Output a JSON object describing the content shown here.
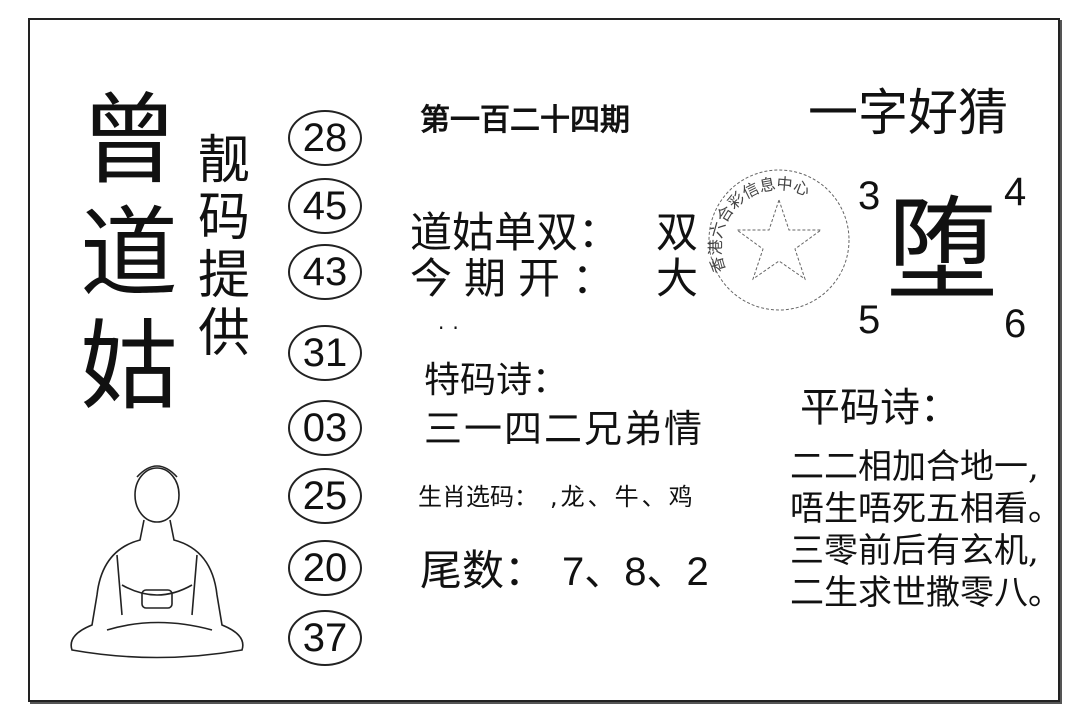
{
  "title_chars": [
    "曾",
    "道",
    "姑"
  ],
  "provider_chars": [
    "靓",
    "码",
    "提",
    "供"
  ],
  "numbers": [
    "28",
    "45",
    "43",
    "31",
    "03",
    "25",
    "20",
    "37"
  ],
  "issue": "第一百二十四期",
  "riddle_title": "一字好猜",
  "odd_even_label": "道姑单双：",
  "odd_even_value": "双",
  "this_issue_label": "今期开：",
  "this_issue_value": "大",
  "dots": "..",
  "special_poem_title": "特码诗：",
  "special_poem": "三一四二兄弟情",
  "zodiac_label": "生肖选码：",
  "zodiac_value": ",龙、牛、鸡",
  "tail_label": "尾数：",
  "tail_value": "7、8、2",
  "riddle_char": "堕",
  "riddle_corners": [
    "3",
    "4",
    "5",
    "6"
  ],
  "stamp_text": "香港六合彩信息中心",
  "flat_poem_title": "平码诗：",
  "flat_poem": [
    "二二相加合地一,",
    "唔生唔死五相看。",
    "三零前后有玄机,",
    "二生求世撒零八。"
  ]
}
